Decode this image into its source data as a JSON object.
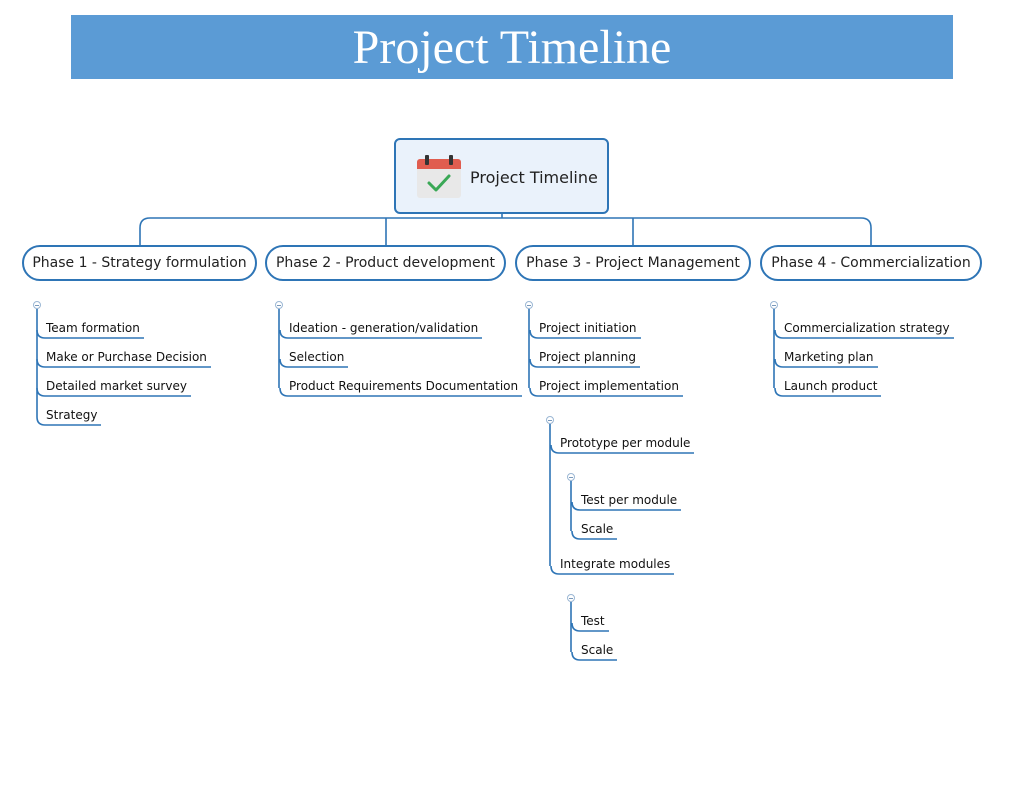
{
  "banner": {
    "title": "Project Timeline"
  },
  "root": {
    "label": "Project Timeline",
    "icon": "calendar-check-icon"
  },
  "colors": {
    "banner": "#5b9bd5",
    "connector": "#2e75b6",
    "root_fill": "#eaf2fb",
    "icon_red": "#e05d4f",
    "icon_check": "#3aa856"
  },
  "phases": [
    {
      "label": "Phase 1 - Strategy formulation",
      "items": [
        {
          "label": "Team formation"
        },
        {
          "label": "Make or Purchase Decision"
        },
        {
          "label": "Detailed market survey"
        },
        {
          "label": "Strategy"
        }
      ]
    },
    {
      "label": "Phase 2 - Product development",
      "items": [
        {
          "label": "Ideation - generation/validation"
        },
        {
          "label": "Selection"
        },
        {
          "label": "Product Requirements Documentation"
        }
      ]
    },
    {
      "label": "Phase 3 - Project Management",
      "items": [
        {
          "label": "Project initiation"
        },
        {
          "label": "Project planning"
        },
        {
          "label": "Project implementation"
        }
      ],
      "sub": [
        {
          "label": "Prototype per module",
          "children": [
            {
              "label": "Test per module"
            },
            {
              "label": "Scale"
            }
          ]
        },
        {
          "label": "Integrate modules",
          "children": [
            {
              "label": "Test"
            },
            {
              "label": "Scale"
            }
          ]
        }
      ]
    },
    {
      "label": "Phase 4 - Commercialization",
      "items": [
        {
          "label": "Commercialization strategy"
        },
        {
          "label": "Marketing plan"
        },
        {
          "label": "Launch product"
        }
      ]
    }
  ]
}
